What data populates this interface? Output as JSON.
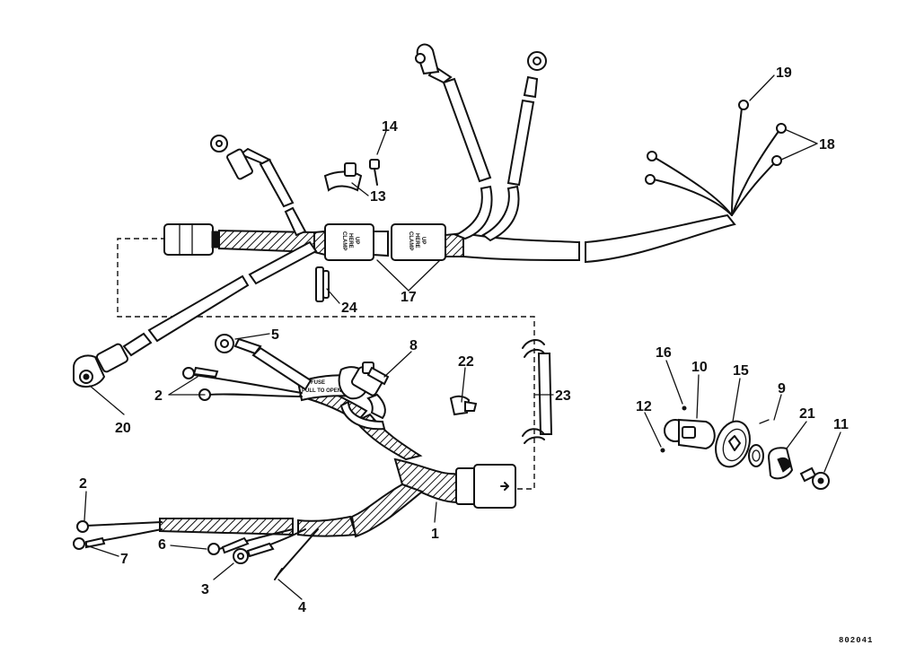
{
  "figure": {
    "reference": "802041",
    "sleeve_text": [
      "CLAMP",
      "HERE",
      "UP"
    ],
    "fuse_text": [
      "FUSE",
      "PULL TO OPEN"
    ]
  },
  "callouts": {
    "c1": "1",
    "c2a": "2",
    "c2b": "2",
    "c3": "3",
    "c4": "4",
    "c5": "5",
    "c6": "6",
    "c7": "7",
    "c8": "8",
    "c9": "9",
    "c10": "10",
    "c11": "11",
    "c12": "12",
    "c13": "13",
    "c14": "14",
    "c15": "15",
    "c16": "16",
    "c17": "17",
    "c18": "18",
    "c19": "19",
    "c20": "20",
    "c21": "21",
    "c22": "22",
    "c23": "23",
    "c24": "24"
  }
}
